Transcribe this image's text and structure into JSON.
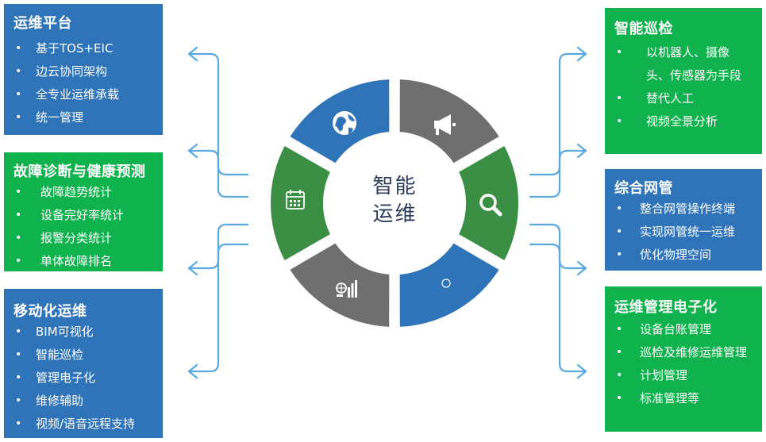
{
  "center": {
    "line1": "智能",
    "line2": "运维"
  },
  "panels": {
    "ops_platform": {
      "title": "运维平台",
      "items": [
        "基于TOS+EIC",
        "边云协同架构",
        "全专业运维承载",
        "统一管理"
      ]
    },
    "fault_diagnosis": {
      "title": "故障诊断与健康预测",
      "items": [
        "故障趋势统计",
        "设备完好率统计",
        "报警分类统计",
        "单体故障排名"
      ]
    },
    "mobile_ops": {
      "title": "移动化运维",
      "items": [
        "BIM可视化",
        "智能巡检",
        "管理电子化",
        "维修辅助",
        "视频/语音远程支持"
      ]
    },
    "smart_inspection": {
      "title": "智能巡检",
      "items": [
        "以机器人、摄像头、传感器为手段",
        "替代人工",
        "视频全景分析"
      ]
    },
    "network_mgmt": {
      "title": "综合网管",
      "items": [
        "整合网管操作终端",
        "实现网管统一运维",
        "优化物理空间"
      ]
    },
    "ops_digitization": {
      "title": "运维管理电子化",
      "items": [
        "设备台账管理",
        "巡检及维修运维管理",
        "计划管理",
        "标准管理等"
      ]
    }
  },
  "colors": {
    "blue": "#2f74b8",
    "green": "#0fb24c",
    "ring_green": "#3a8f45",
    "ring_gray": "#6f6f6f",
    "ring_blue": "#2f74b8",
    "arrow": "#5aa8e0",
    "center_text": "#2c3e57"
  },
  "ring_segments": [
    {
      "icon": "globe-icon",
      "color": "blue"
    },
    {
      "icon": "megaphone-icon",
      "color": "gray"
    },
    {
      "icon": "search-icon",
      "color": "green"
    },
    {
      "icon": "circle-icon",
      "color": "blue"
    },
    {
      "icon": "bar-chart-icon",
      "color": "gray"
    },
    {
      "icon": "calendar-icon",
      "color": "green"
    }
  ]
}
